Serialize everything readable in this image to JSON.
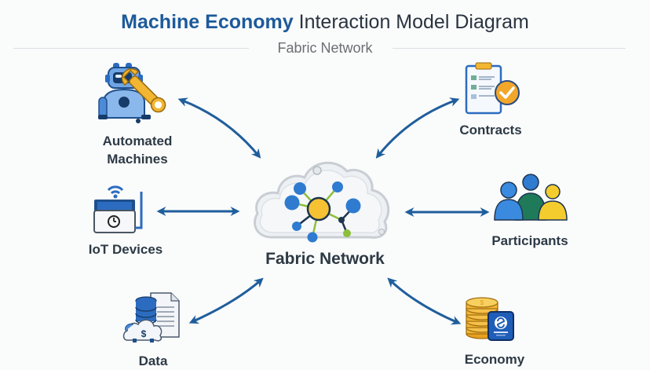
{
  "header": {
    "title_accent": "Machine Economy",
    "title_rest": " Interaction Model Diagram",
    "subtitle": "Fabric Network"
  },
  "center": {
    "label": "Fabric Network",
    "icon": "cloud-network-icon"
  },
  "nodes": [
    {
      "id": "automated-machines",
      "label_line1": "Automated",
      "label_line2": "Machines",
      "icon": "robot-wrench-icon",
      "side": "left"
    },
    {
      "id": "iot-devices",
      "label": "IoT Devices",
      "icon": "iot-device-icon",
      "side": "left"
    },
    {
      "id": "data",
      "label": "Data",
      "icon": "database-document-icon",
      "side": "left"
    },
    {
      "id": "contracts",
      "label": "Contracts",
      "icon": "clipboard-check-icon",
      "side": "right"
    },
    {
      "id": "participants",
      "label": "Participants",
      "icon": "people-group-icon",
      "side": "right"
    },
    {
      "id": "economy",
      "label": "Economy",
      "icon": "coin-stack-icon",
      "side": "right"
    }
  ],
  "connections": [
    {
      "from": "automated-machines",
      "to": "fabric-network",
      "direction": "bidirectional"
    },
    {
      "from": "iot-devices",
      "to": "fabric-network",
      "direction": "bidirectional"
    },
    {
      "from": "data",
      "to": "fabric-network",
      "direction": "bidirectional"
    },
    {
      "from": "contracts",
      "to": "fabric-network",
      "direction": "bidirectional"
    },
    {
      "from": "participants",
      "to": "fabric-network",
      "direction": "bidirectional"
    },
    {
      "from": "economy",
      "to": "fabric-network",
      "direction": "bidirectional"
    }
  ],
  "colors": {
    "arrow": "#1f5e9c",
    "accent_blue": "#1c5a9a",
    "hub_yellow": "#f6c233",
    "node_blue": "#2f7bd0",
    "link_green": "#8cbf3a",
    "text_dark": "#2d3a45"
  }
}
